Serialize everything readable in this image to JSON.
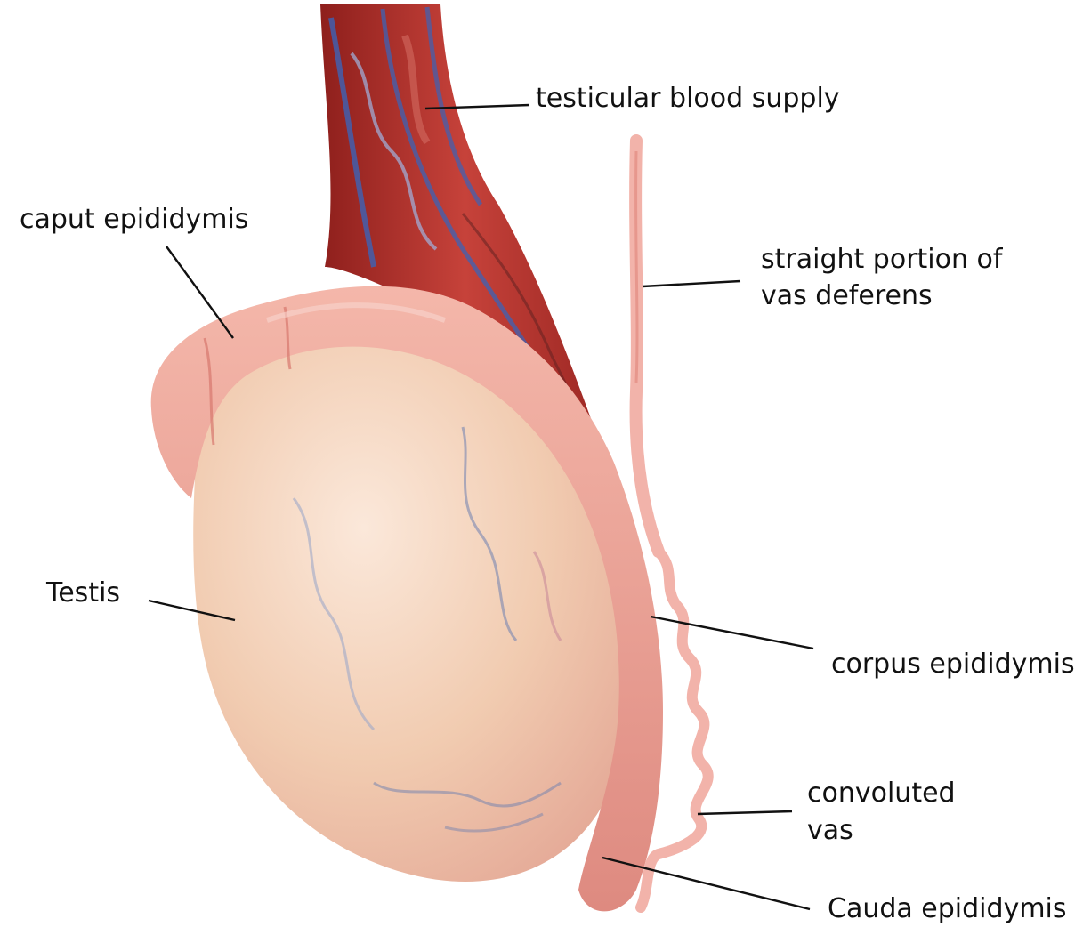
{
  "labels": {
    "blood_supply": "testicular blood supply",
    "caput": "caput epididymis",
    "vas_straight_1": "straight portion of",
    "vas_straight_2": "vas deferens",
    "testis": "Testis",
    "corpus": "corpus epididymis",
    "convoluted_1": "convoluted",
    "convoluted_2": "vas",
    "cauda": "Cauda epididymis"
  },
  "colors": {
    "leader_line": "#111111",
    "testis_fill": "#f3cdb3",
    "epididymis_fill": "#e9988f",
    "vessel_red": "#b8332c",
    "vessel_blue": "#3c63b6",
    "vas_fill": "#f2b3aa"
  }
}
